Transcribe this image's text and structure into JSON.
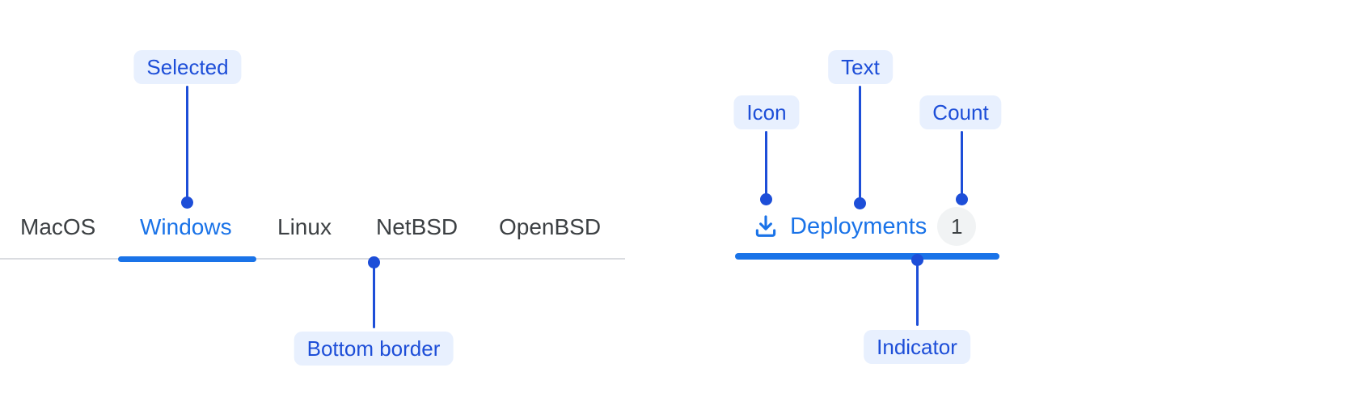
{
  "colors": {
    "annotation_text": "#1d4ed8",
    "annotation_pill_bg": "#e8f0fe",
    "accent_blue": "#1a73e8",
    "inactive_tab_text": "#3c4043",
    "divider_gray": "#dadce0",
    "badge_bg": "#f1f3f4",
    "badge_text": "#3c4043"
  },
  "tabs": {
    "items": [
      {
        "label": "MacOS",
        "selected": false
      },
      {
        "label": "Windows",
        "selected": true
      },
      {
        "label": "Linux",
        "selected": false
      },
      {
        "label": "NetBSD",
        "selected": false
      },
      {
        "label": "OpenBSD",
        "selected": false
      }
    ]
  },
  "example_tab": {
    "icon": "download-icon",
    "label": "Deployments",
    "count": "1",
    "selected": true
  },
  "annotations": {
    "selected": "Selected",
    "bottom_border": "Bottom border",
    "icon": "Icon",
    "text": "Text",
    "count": "Count",
    "indicator": "Indicator"
  }
}
